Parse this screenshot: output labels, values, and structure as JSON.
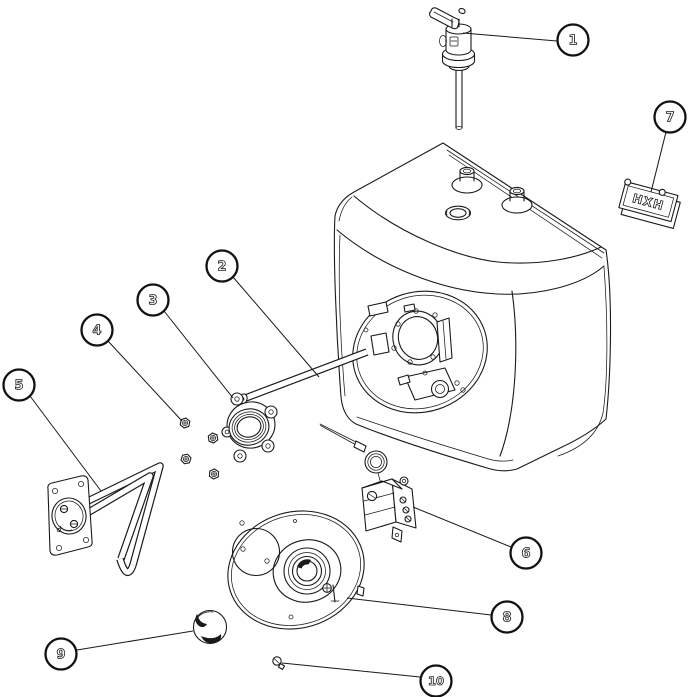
{
  "diagram": {
    "background_color": "#ffffff",
    "line_color": "#1a1a1a",
    "badge": {
      "text": "HXH"
    },
    "callouts": [
      {
        "number": "1"
      },
      {
        "number": "2"
      },
      {
        "number": "3"
      },
      {
        "number": "4"
      },
      {
        "number": "5"
      },
      {
        "number": "6"
      },
      {
        "number": "7"
      },
      {
        "number": "8"
      },
      {
        "number": "9"
      },
      {
        "number": "10"
      }
    ]
  }
}
